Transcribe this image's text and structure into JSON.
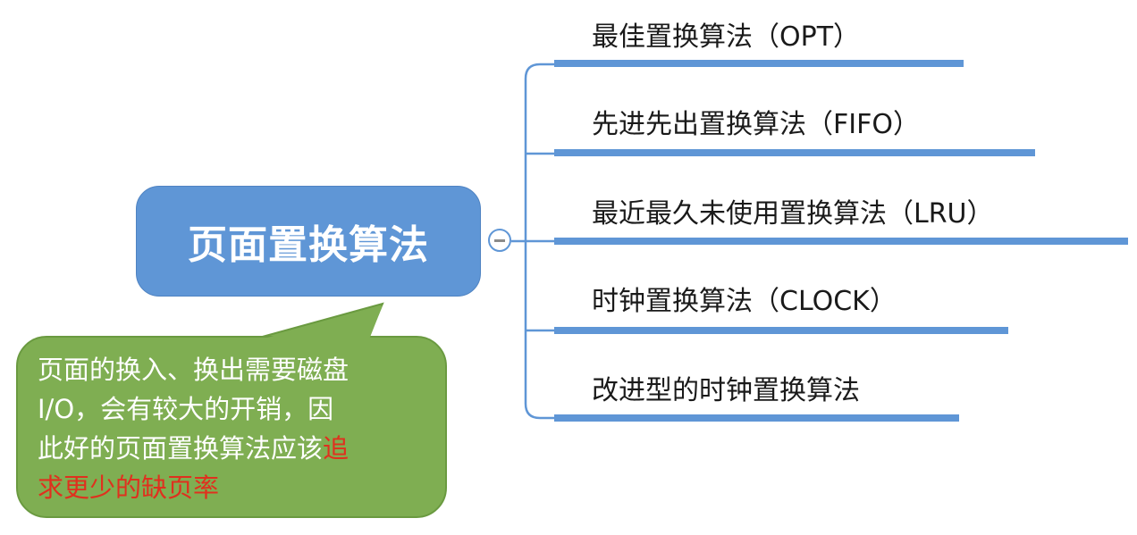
{
  "root": {
    "label": "页面置换算法"
  },
  "branches": [
    {
      "label": "最佳置换算法（OPT）"
    },
    {
      "label": "先进先出置换算法（FIFO）"
    },
    {
      "label": "最近最久未使用置换算法（LRU）"
    },
    {
      "label": "时钟置换算法（CLOCK）"
    },
    {
      "label": "改进型的时钟置换算法"
    }
  ],
  "note": {
    "line1": "页面的换入、换出需要磁盘",
    "line2": "I/O，会有较大的开销，因",
    "line3": "此好的页面置换算法应该",
    "line3_highlight": "追",
    "line4_highlight": "求更少的缺页率"
  },
  "colors": {
    "node": "#5f96d6",
    "note": "#7fae52",
    "highlight": "#e0301e"
  }
}
